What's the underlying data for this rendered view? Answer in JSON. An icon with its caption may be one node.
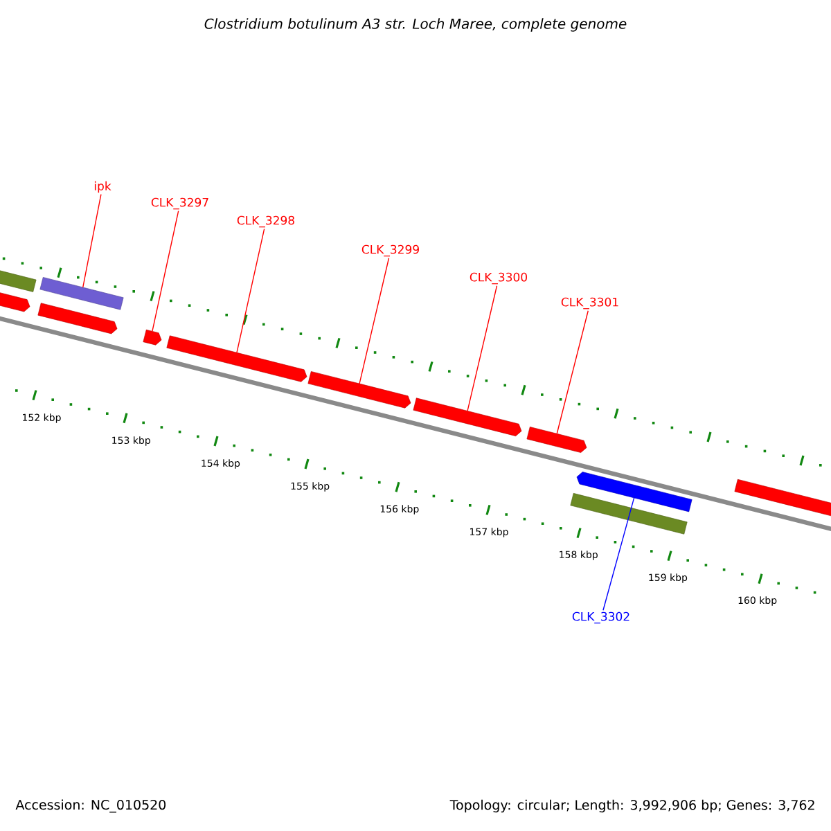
{
  "diagram": {
    "title": "Clostridium botulinum A3 str. Loch Maree, complete genome",
    "nodes": [
      {
        "text": [
          "ipk"
        ]
      },
      {
        "text": [
          "CLK_3297"
        ]
      },
      {
        "text": [
          "CLK_3298"
        ]
      },
      {
        "text": [
          "CLK_3299"
        ]
      },
      {
        "text": [
          "CLK_3300"
        ]
      },
      {
        "text": [
          "CLK_3301"
        ]
      },
      {
        "text": [
          "CLK_3302"
        ]
      },
      {
        "text": [],
        "shape": "bar"
      },
      {
        "text": [],
        "shape": "bar"
      },
      {
        "text": [],
        "shape": "arrow"
      },
      {
        "text": [],
        "shape": "arrow"
      },
      {
        "text": [],
        "shape": "arrow"
      },
      {
        "text": [],
        "shape": "arrow"
      },
      {
        "text": [],
        "shape": "arrow"
      },
      {
        "text": [],
        "shape": "arrow"
      },
      {
        "text": [],
        "shape": "arrow"
      },
      {
        "text": [],
        "shape": "arrow"
      },
      {
        "text": [],
        "shape": "arrow"
      },
      {
        "text": [],
        "shape": "bar"
      }
    ],
    "edges": [
      {
        "from": 0,
        "to": 8,
        "arrow": "none"
      },
      {
        "from": 1,
        "to": 11,
        "arrow": "none"
      },
      {
        "from": 2,
        "to": 12,
        "arrow": "none"
      },
      {
        "from": 3,
        "to": 13,
        "arrow": "none"
      },
      {
        "from": 4,
        "to": 14,
        "arrow": "none"
      },
      {
        "from": 5,
        "to": 15,
        "arrow": "none"
      },
      {
        "from": 6,
        "to": 17,
        "arrow": "none",
        "color": "#0000ff"
      }
    ],
    "labels": [
      "152 kbp",
      "153 kbp",
      "154 kbp",
      "155 kbp",
      "156 kbp",
      "157 kbp",
      "158 kbp",
      "159 kbp",
      "160 kbp",
      "Accession: NC_010520",
      "Topology: circular; Length: 3,992,906 bp; Genes: 3,762"
    ]
  }
}
